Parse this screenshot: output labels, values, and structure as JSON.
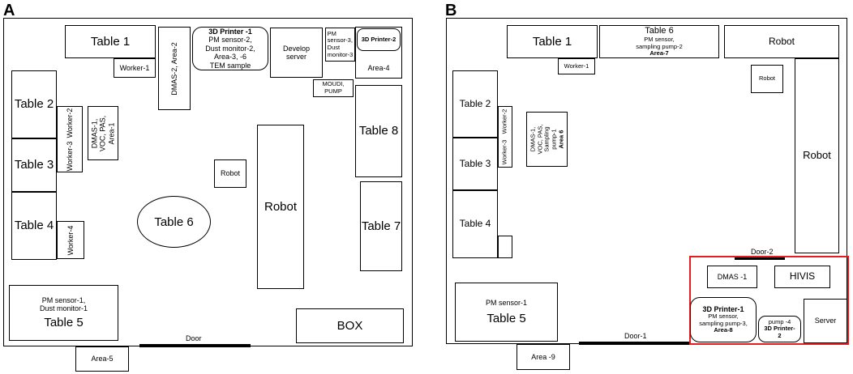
{
  "panel_a": {
    "label": "A",
    "table1": "Table 1",
    "worker1": "Worker-1",
    "dmas2": "DMAS-2, Area-2",
    "printer1": {
      "title": "3D Printer -1",
      "l1": "PM sensor-2,",
      "l2": "Dust monitor-2,",
      "l3": "Area-3, -6",
      "l4": "TEM sample"
    },
    "develop_server": {
      "l1": "Develop",
      "l2": "server"
    },
    "pm3": {
      "l1": "PM",
      "l2": "sensor-3,",
      "l3": "Dust",
      "l4": "monitor-3"
    },
    "printer2": "3D Printer-2",
    "area4": "Area-4",
    "moudi": {
      "l1": "MOUDI,",
      "l2": "PUMP"
    },
    "table2": "Table 2",
    "worker2": "Worker-2",
    "dmas1": {
      "l1": "DMAS-1,",
      "l2": "VOC, PAS,",
      "l3": "Area-1"
    },
    "table3": "Table 3",
    "worker3": "Worker-3",
    "table4": "Table 4",
    "worker4": "Worker-4",
    "robot_small": "Robot",
    "robot_big": "Robot",
    "table6": "Table 6",
    "table8": "Table 8",
    "table7": "Table 7",
    "table5": {
      "l1": "PM sensor-1,",
      "l2": "Dust monitor-1",
      "l3": "Table 5"
    },
    "box": "BOX",
    "door": "Door",
    "area5": "Area-5"
  },
  "panel_b": {
    "label": "B",
    "table1": "Table 1",
    "worker1": "Worker-1",
    "table6": {
      "l1": "Table 6",
      "l2": "PM sensor,",
      "l3": "sampling pump-2",
      "l4": "Area-7"
    },
    "robot_top": "Robot",
    "robot_small": "Robot",
    "robot_right": "Robot",
    "table2": "Table 2",
    "worker2": "Worker-2",
    "dmas1": {
      "l1": "DMAS-1,",
      "l2": "VOC, PAS,",
      "l3": "Sampling",
      "l4": "pump-1",
      "l5": "Area 6"
    },
    "table3": "Table 3",
    "worker3": "Worker-3",
    "table4": "Table 4",
    "door2": "Door-2",
    "dmas1b": "DMAS -1",
    "hivis": "HIVIS",
    "table5": {
      "l1": "PM sensor-1",
      "l2": "Table 5"
    },
    "printer1": {
      "title": "3D Printer-1",
      "l1": "PM sensor,",
      "l2": "sampling pump-3,",
      "l3": "Area-8"
    },
    "pump4": {
      "l1": "pump -4",
      "l2": "3D Printer-",
      "l3": "2"
    },
    "server": "Server",
    "door1": "Door-1",
    "area9": "Area -9"
  }
}
